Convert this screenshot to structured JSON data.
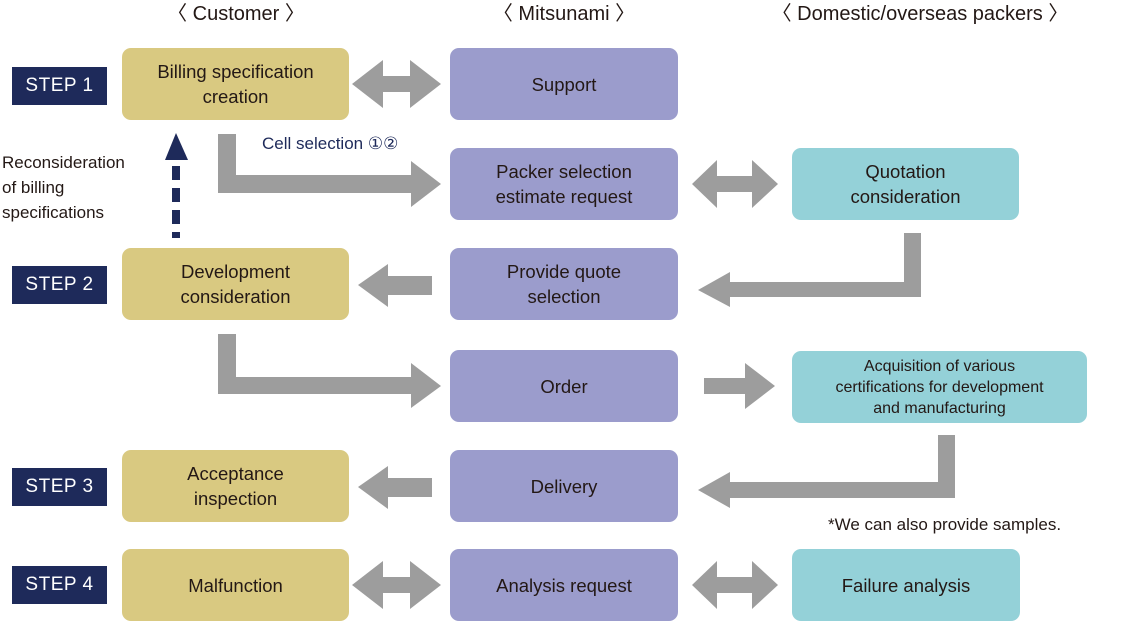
{
  "columns": {
    "customer": "〈 Customer 〉",
    "mitsunami": "〈 Mitsunami 〉",
    "packers": "〈 Domestic/overseas packers 〉"
  },
  "steps": [
    "STEP 1",
    "STEP 2",
    "STEP 3",
    "STEP 4"
  ],
  "customer_boxes": {
    "billing": "Billing specification\ncreation",
    "development": "Development\nconsideration",
    "acceptance": "Acceptance\ninspection",
    "malfunction": "Malfunction"
  },
  "mitsunami_boxes": {
    "support": "Support",
    "packer_selection": "Packer selection\nestimate request",
    "provide_quote": "Provide quote\nselection",
    "order": "Order",
    "delivery": "Delivery",
    "analysis_request": "Analysis request"
  },
  "packer_boxes": {
    "quotation": "Quotation\nconsideration",
    "certifications": "Acquisition of various\ncertifications for development\nand manufacturing",
    "failure_analysis": "Failure analysis"
  },
  "labels": {
    "reconsideration": "Reconsideration\nof billing\nspecifications",
    "cell_selection": "Cell selection ①②",
    "samples_note": "*We can also provide samples."
  },
  "colors": {
    "customer": "#d9c981",
    "mitsunami": "#9b9ccc",
    "packers": "#94d1d8",
    "step_badge": "#1e2a5a",
    "arrow": "#9d9d9d"
  }
}
